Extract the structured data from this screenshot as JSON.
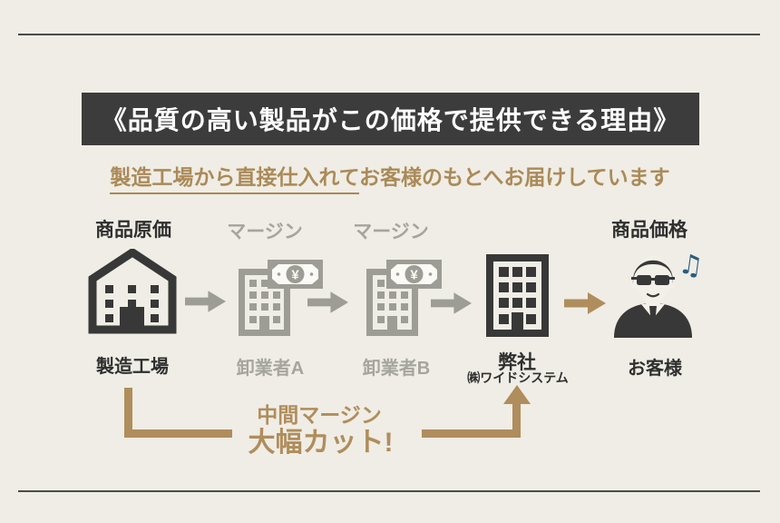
{
  "colors": {
    "background": "#efede5",
    "banner_bg": "#3c3c3c",
    "banner_text": "#ffffff",
    "accent_gold": "#b08d5c",
    "gray": "#9d9d96",
    "gray_label": "#a5a59e",
    "dark": "#383838",
    "note_blue": "#2a5d7e",
    "rule": "#4b4b4b"
  },
  "header": {
    "title": "《品質の高い製品がこの価格で提供できる理由》",
    "subtitle_underlined": "製造工場から直接仕入れて",
    "subtitle_rest": "お客様のもとへお届けしています"
  },
  "flow": {
    "nodes": [
      {
        "id": "factory",
        "top_label": "商品原価",
        "bottom_label": "製造工場",
        "icon": "factory-icon"
      },
      {
        "id": "wholesaler-a",
        "top_label": "マージン",
        "bottom_label": "卸業者A",
        "icon": "building-icon money-bill-icon"
      },
      {
        "id": "wholesaler-b",
        "top_label": "マージン",
        "bottom_label": "卸業者B",
        "icon": "building-icon money-bill-icon"
      },
      {
        "id": "company",
        "bottom_label": "弊社",
        "company_name": "㈱ワイドシステム",
        "icon": "office-building-icon"
      },
      {
        "id": "customer",
        "top_label": "商品価格",
        "bottom_label": "お客様",
        "icon": "customer-icon music-note-icon"
      }
    ],
    "money_symbol": "¥",
    "music_note": "♫"
  },
  "callout": {
    "line1": "中間マージン",
    "line2": "大幅カット!"
  }
}
